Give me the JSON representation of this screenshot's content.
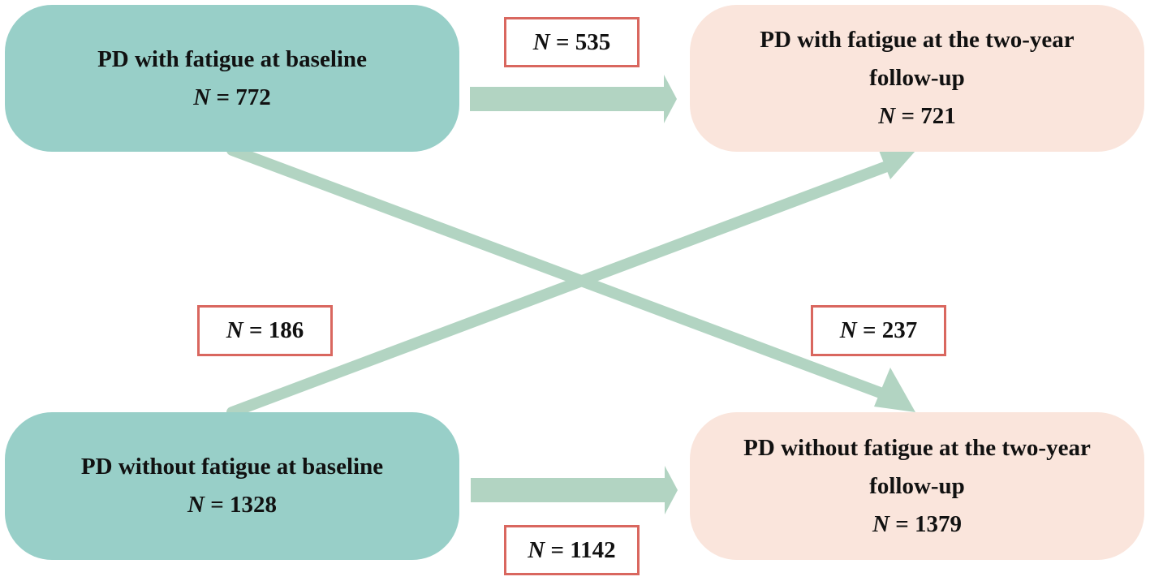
{
  "colors": {
    "baseline_box": "#98cfc8",
    "followup_box": "#fae5dc",
    "arrow": "#b2d4c2",
    "label_border": "#d9675f"
  },
  "boxes": {
    "baseline_with": {
      "title": "PD with fatigue at baseline",
      "n": "772"
    },
    "baseline_without": {
      "title": "PD without fatigue at baseline",
      "n": "1328"
    },
    "followup_with": {
      "title_line1": "PD with fatigue at the two-year",
      "title_line2": "follow-up",
      "n": "721"
    },
    "followup_without": {
      "title_line1": "PD without fatigue at the two-year",
      "title_line2": "follow-up",
      "n": "1379"
    }
  },
  "transitions": {
    "with_to_with": "535",
    "without_to_with": "186",
    "with_to_without": "237",
    "without_to_without": "1142"
  },
  "n_symbol": "N",
  "equals": " = "
}
